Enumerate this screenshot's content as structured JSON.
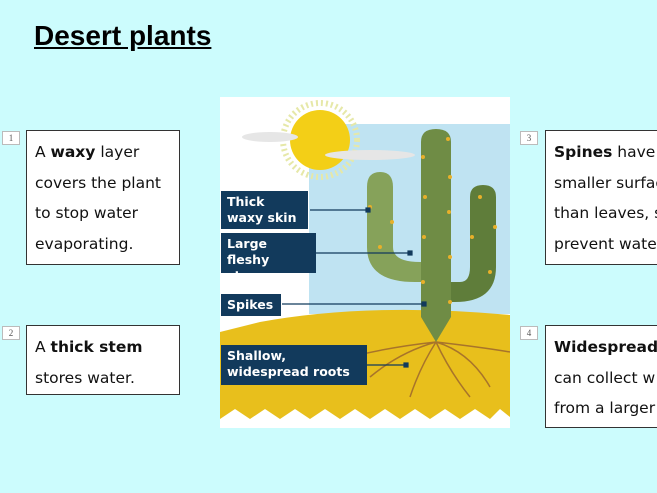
{
  "title": "Desert plants",
  "cards": [
    {
      "number": "1",
      "lines": [
        [
          "A ",
          "waxy",
          " layer"
        ],
        [
          "covers the plant"
        ],
        [
          "to stop water"
        ],
        [
          "evaporating."
        ]
      ]
    },
    {
      "number": "2",
      "lines": [
        [
          "A ",
          "thick stem",
          ""
        ],
        [
          "stores water."
        ]
      ]
    },
    {
      "number": "3",
      "lines": [
        [
          "",
          "Spines",
          " have a"
        ],
        [
          "smaller surfac"
        ],
        [
          "than leaves, s"
        ],
        [
          "prevent wate"
        ]
      ]
    },
    {
      "number": "4",
      "lines": [
        [
          "",
          "Widespread r",
          ""
        ],
        [
          "can collect w"
        ],
        [
          "from a larger"
        ]
      ]
    }
  ],
  "diagram": {
    "labels": [
      "Thick waxy skin",
      "Large fleshy stems",
      "Spikes",
      "Shallow, widespread roots"
    ],
    "colors": {
      "label_bg": "#123a5c",
      "sky": "#bfe3f2",
      "sand": "#e8bf1c",
      "cactus": "#6f8c45",
      "sun": "#f3cf17"
    }
  }
}
